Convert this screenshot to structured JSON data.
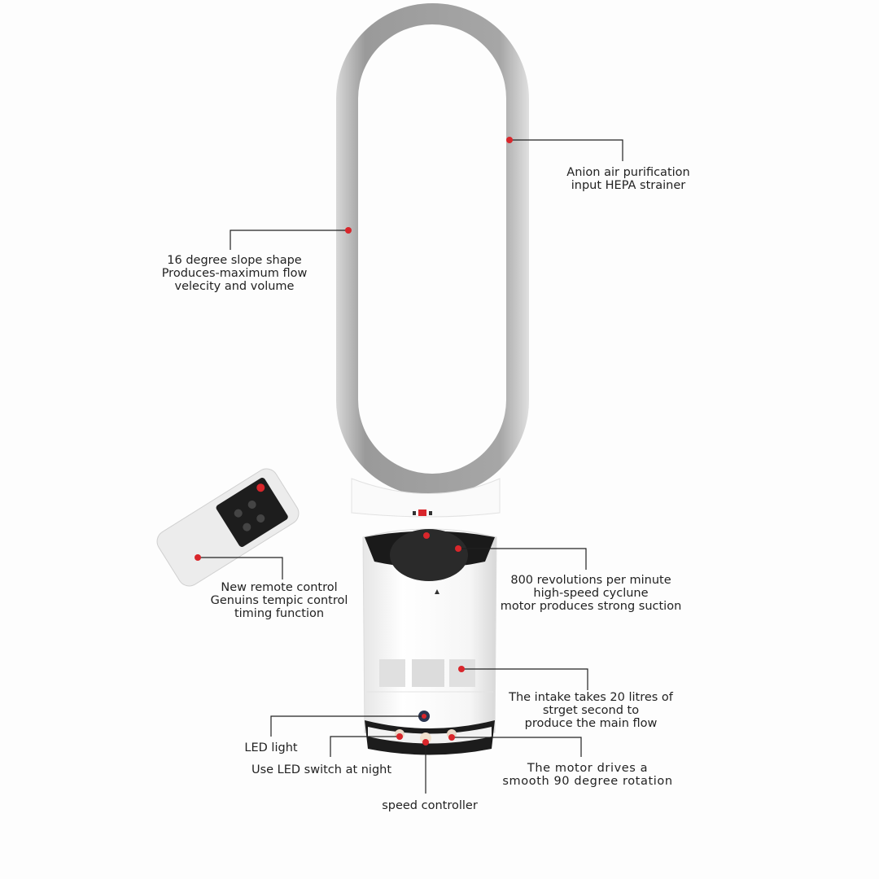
{
  "accent_color": "#d9262b",
  "callouts": {
    "anion": {
      "line1": "Anion air purification",
      "line2": "input HEPA strainer"
    },
    "slope": {
      "line1": "16 degree slope shape",
      "line2": "Produces-maximum flow",
      "line3": "velecity and volume"
    },
    "remote": {
      "line1": "New remote control",
      "line2": "Genuins tempic control",
      "line3": "timing function"
    },
    "motor": {
      "line1": "800 revolutions per minute",
      "line2": "high-speed cyclune",
      "line3": "motor produces strong suction"
    },
    "intake": {
      "line1": "The intake takes 20 litres of",
      "line2": "strget second to",
      "line3": "produce the main flow"
    },
    "led_light": {
      "line1": "LED light"
    },
    "led_switch": {
      "line1": "Use LED switch at night"
    },
    "rotation": {
      "line1": "The motor drives a",
      "line2": "smooth 90 degree rotation"
    },
    "speed": {
      "line1": "speed controller"
    }
  }
}
